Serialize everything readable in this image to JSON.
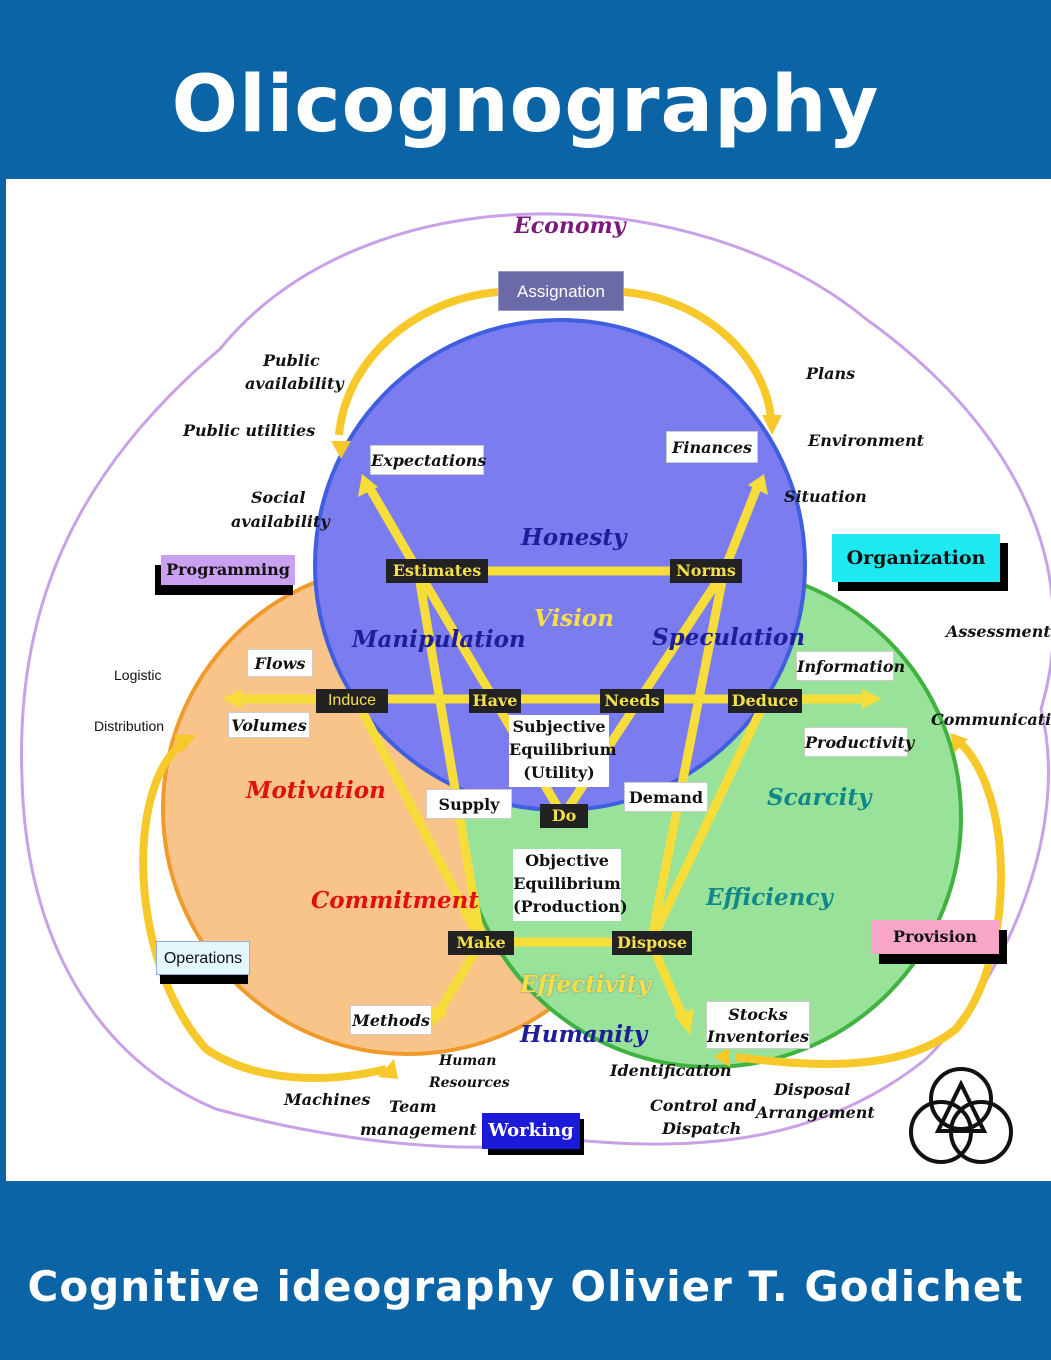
{
  "header": {
    "title": "Olicognography"
  },
  "footer": {
    "subtitle": "Cognitive ideography Olivier T. Godichet"
  },
  "colors": {
    "header_bg": "#0a64a6",
    "honesty_circle": "#7b7cef",
    "motivation_circle": "#f8c48a",
    "scarcity_circle": "#98e29a",
    "arrows": "#f6dd3a",
    "outer_boundary": "#c9a1e8"
  },
  "diagram": {
    "economy": "Economy",
    "assignation": "Assignation",
    "programming": "Programming",
    "organization": "Organization",
    "provision": "Provision",
    "operations": "Operations",
    "working": "Working",
    "circles": {
      "honesty": "Honesty",
      "vision": "Vision",
      "manipulation": "Manipulation",
      "speculation": "Speculation",
      "motivation": "Motivation",
      "commitment": "Commitment",
      "scarcity": "Scarcity",
      "efficiency": "Efficiency",
      "effectivity": "Effectivity",
      "humanity": "Humanity"
    },
    "nodes": {
      "estimates": "Estimates",
      "norms": "Norms",
      "induce": "Induce",
      "have": "Have",
      "needs": "Needs",
      "deduce": "Deduce",
      "do": "Do",
      "make": "Make",
      "dispose": "Dispose"
    },
    "boxes": {
      "expectations": "Expectations",
      "finances": "Finances",
      "flows": "Flows",
      "volumes": "Volumes",
      "information": "Information",
      "productivity": "Productivity",
      "supply": "Supply",
      "demand": "Demand",
      "methods": "Methods",
      "stocks": "Stocks",
      "inventories": "Inventories",
      "subjective": [
        "Subjective",
        "Equilibrium",
        "(Utility)"
      ],
      "objective": [
        "Objective",
        "Equilibrium",
        "(Production)"
      ]
    },
    "labels": {
      "public_availability": [
        "Public",
        "availability"
      ],
      "public_utilities": "Public utilities",
      "social_availability": [
        "Social",
        "availability"
      ],
      "plans": "Plans",
      "environment": "Environment",
      "situation": "Situation",
      "assessment": "Assessment",
      "communication": "Communication",
      "logistic": "Logistic",
      "distribution": "Distribution",
      "machines": "Machines",
      "team_management": [
        "Team",
        "management"
      ],
      "human_resources": [
        "Human",
        "Resources"
      ],
      "identification": "Identification",
      "control_dispatch": [
        "Control and",
        "Dispatch"
      ],
      "disposal_arrangement": [
        "Disposal",
        "Arrangement"
      ]
    }
  }
}
